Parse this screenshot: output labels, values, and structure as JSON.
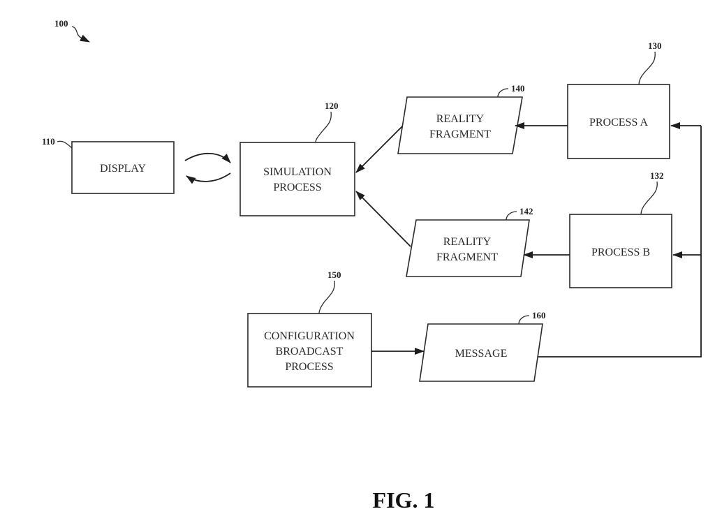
{
  "figure": {
    "ref": "100",
    "caption": "FIG. 1"
  },
  "nodes": {
    "display": {
      "ref": "110",
      "lines": [
        "DISPLAY"
      ]
    },
    "simulation": {
      "ref": "120",
      "lines": [
        "SIMULATION",
        "PROCESS"
      ]
    },
    "process_a": {
      "ref": "130",
      "lines": [
        "PROCESS A"
      ]
    },
    "process_b": {
      "ref": "132",
      "lines": [
        "PROCESS B"
      ]
    },
    "fragment_1": {
      "ref": "140",
      "lines": [
        "REALITY",
        "FRAGMENT"
      ]
    },
    "fragment_2": {
      "ref": "142",
      "lines": [
        "REALITY",
        "FRAGMENT"
      ]
    },
    "config": {
      "ref": "150",
      "lines": [
        "CONFIGURATION",
        "BROADCAST",
        "PROCESS"
      ]
    },
    "message": {
      "ref": "160",
      "lines": [
        "MESSAGE"
      ]
    }
  },
  "edges": [
    {
      "from": "display",
      "to": "simulation",
      "kind": "bidirectional-curved"
    },
    {
      "from": "fragment_1",
      "to": "simulation"
    },
    {
      "from": "fragment_2",
      "to": "simulation"
    },
    {
      "from": "process_a",
      "to": "fragment_1"
    },
    {
      "from": "process_b",
      "to": "fragment_2"
    },
    {
      "from": "config",
      "to": "message"
    },
    {
      "from": "message",
      "to": "process_a"
    },
    {
      "from": "message",
      "to": "process_b"
    }
  ]
}
